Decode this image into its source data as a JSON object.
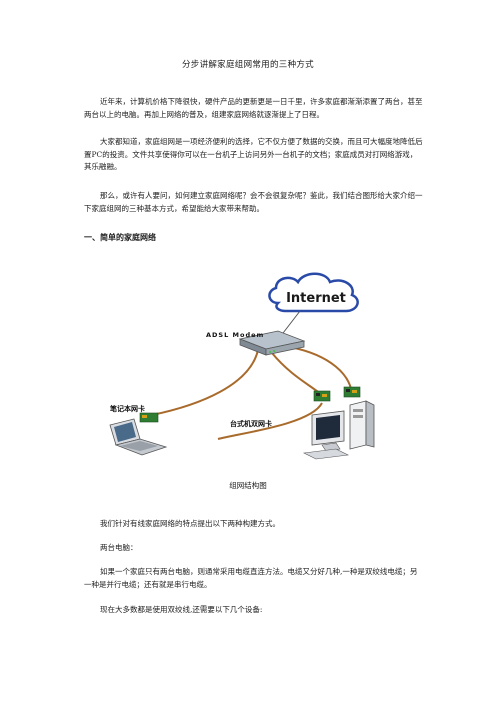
{
  "document": {
    "title": "分步讲解家庭组网常用的三种方式",
    "paragraphs": [
      "近年来，计算机价格下降很快，硬件产品的更新更是一日千里，许多家庭都渐渐添置了两台，甚至两台以上的电脑。再加上网络的普及，组建家庭网络就逐渐提上了日程。",
      "大家都知道，家庭组网是一项经济便利的选择，它不仅方便了数据的交换，而且可大幅度地降低后置PC的投资。文件共享使得你可以在一台机子上访问另外一台机子的文档；家庭成员对打网络游戏，其乐融融。",
      "那么，或许有人要问，如何建立家庭网络呢？会不会很复杂呢？鉴此，我们结合图形给大家介绍一下家庭组网的三种基本方式，希望能给大家带来帮助。"
    ],
    "section_heading": "一、简单的家庭网络",
    "diagram": {
      "internet_label": "Internet",
      "modem_label": "ADSL Modem",
      "laptop_label": "笔记本网卡",
      "desktop_label": "台式机双网卡"
    },
    "caption": "组网结构图",
    "after_paragraphs": [
      "我们针对有线家庭网络的特点提出以下两种构建方式。",
      "两台电脑：",
      "如果一个家庭只有两台电脑，则通常采用电缆直连方法。电缆又分好几种,一种是双绞线电缆；另一种是并行电缆；还有就是串行电缆。",
      "现在大多数都是使用双绞线,还需要以下几个设备:"
    ]
  }
}
